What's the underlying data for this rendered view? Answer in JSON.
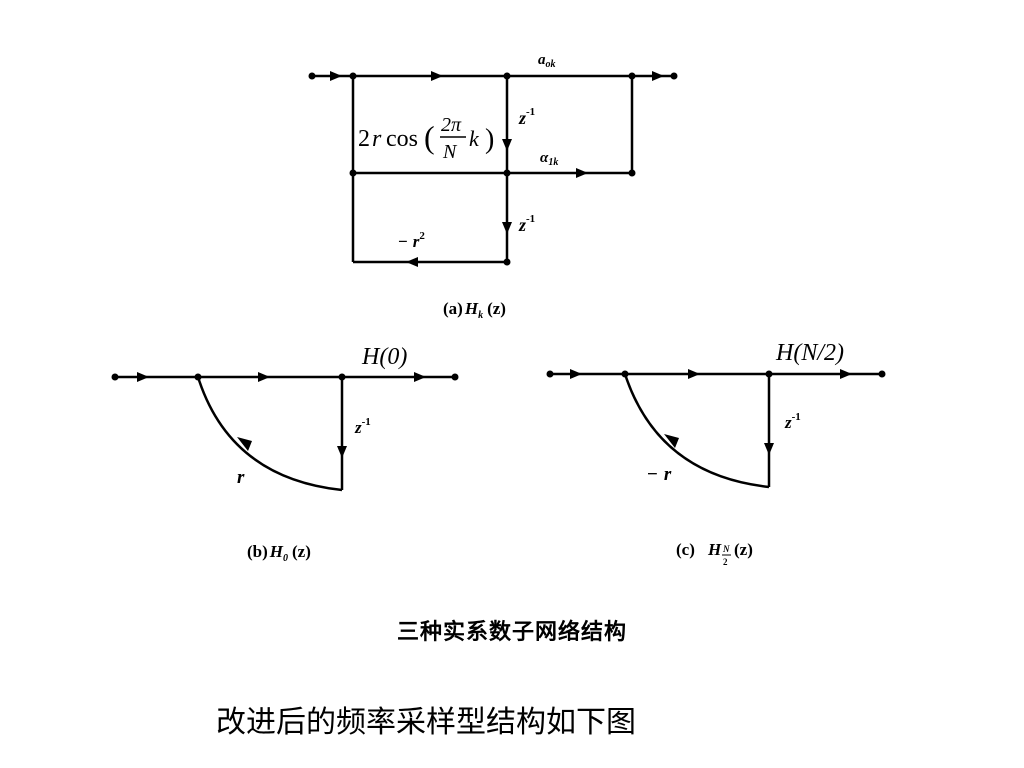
{
  "diagrams": {
    "a": {
      "caption": {
        "prefix": "(a)",
        "main": "H",
        "sub": "k",
        "arg": "(z)"
      },
      "labels": {
        "coef0": {
          "main": "a",
          "sub": "ok"
        },
        "coef1": {
          "main": "α",
          "sub": "1k"
        },
        "delay1": {
          "main": "z",
          "sup": "-1"
        },
        "delay2": {
          "main": "z",
          "sup": "-1"
        },
        "feedback_cos": {
          "lead": "2",
          "r": "r",
          "fn": "cos",
          "frac_num": "2π",
          "frac_den": "N",
          "k": "k",
          "close": ")"
        },
        "feedback_r2": {
          "minus": "−",
          "r": "r",
          "sup": "2"
        }
      }
    },
    "b": {
      "caption": {
        "prefix": "(b)",
        "main": "H",
        "sub": "0",
        "arg": "(z)"
      },
      "labels": {
        "output": "H(0)",
        "delay": {
          "main": "z",
          "sup": "-1"
        },
        "gain": "r"
      }
    },
    "c": {
      "caption": {
        "prefix": "(c)",
        "main": "H",
        "sub_num": "N",
        "sub_den": "2",
        "arg": "(z)"
      },
      "labels": {
        "output": "H(N/2)",
        "delay": {
          "main": "z",
          "sup": "-1"
        },
        "gain_minus": "−",
        "gain": "r"
      }
    }
  },
  "figure_caption": "三种实系数子网络结构",
  "bottom_text": "改进后的频率采样型结构如下图"
}
